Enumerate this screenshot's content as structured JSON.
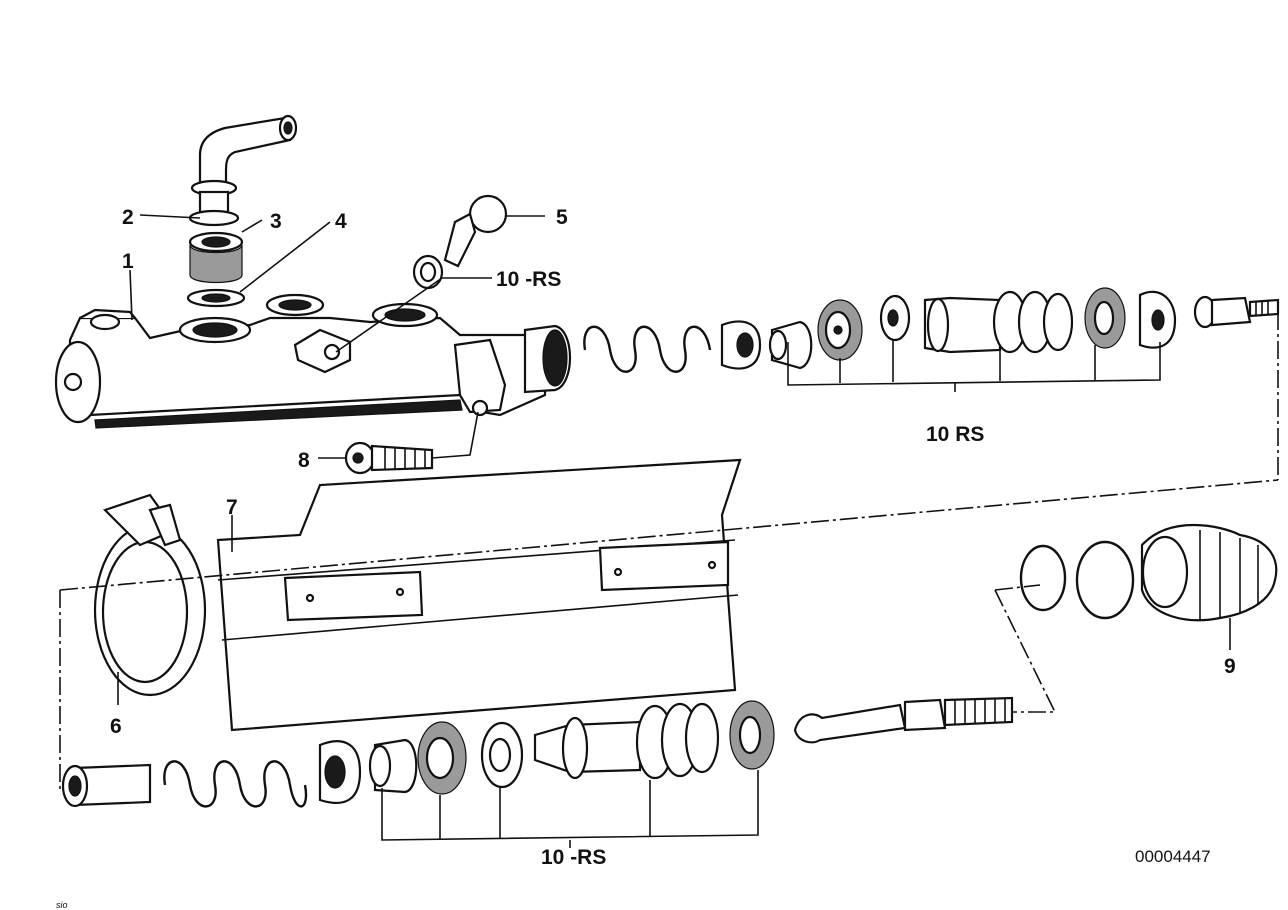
{
  "callouts": {
    "p1": "1",
    "p2": "2",
    "p3": "3",
    "p4": "4",
    "p5": "5",
    "p6": "6",
    "p7": "7",
    "p8": "8",
    "p9": "9",
    "p10_top": "10 -RS",
    "p10_mid": "10  RS",
    "p10_bottom": "10 -RS"
  },
  "drawing_number": "00004447",
  "corner_mark": "sio"
}
